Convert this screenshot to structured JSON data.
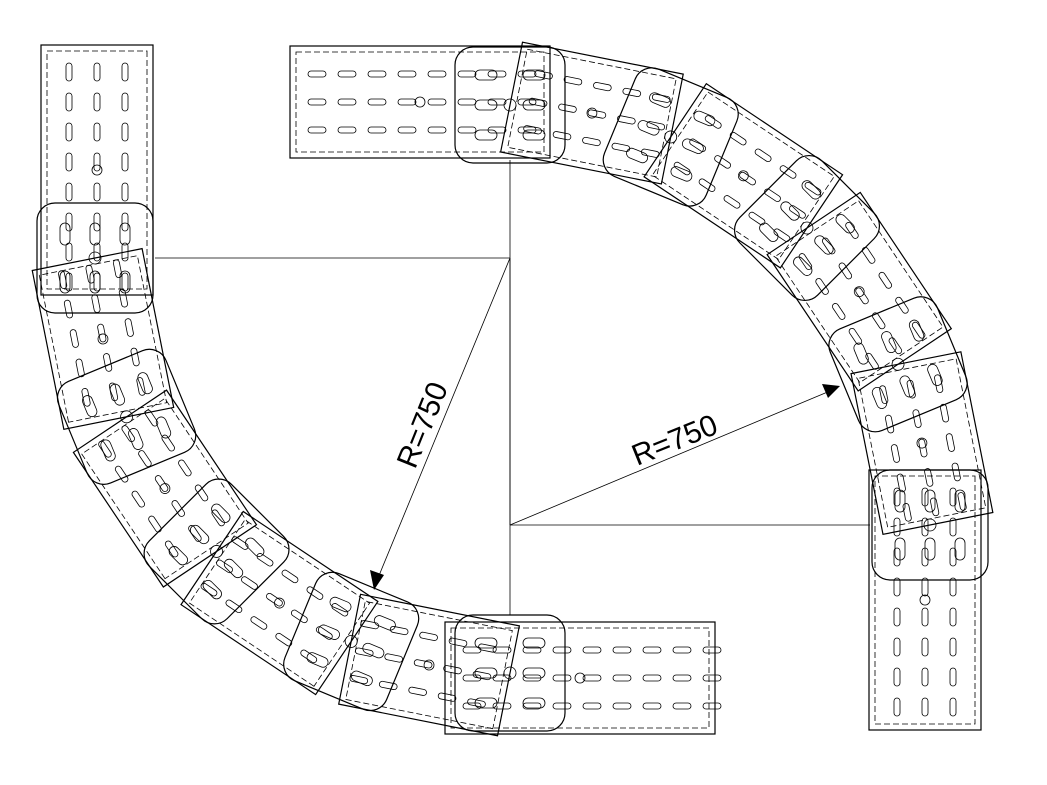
{
  "drawing": {
    "left_bend": {
      "radius_label": "R=750",
      "bend_angle_deg": 90
    },
    "right_bend": {
      "radius_label": "R=750",
      "bend_angle_deg": 90
    },
    "line_color": "#000000",
    "background": "#ffffff"
  }
}
